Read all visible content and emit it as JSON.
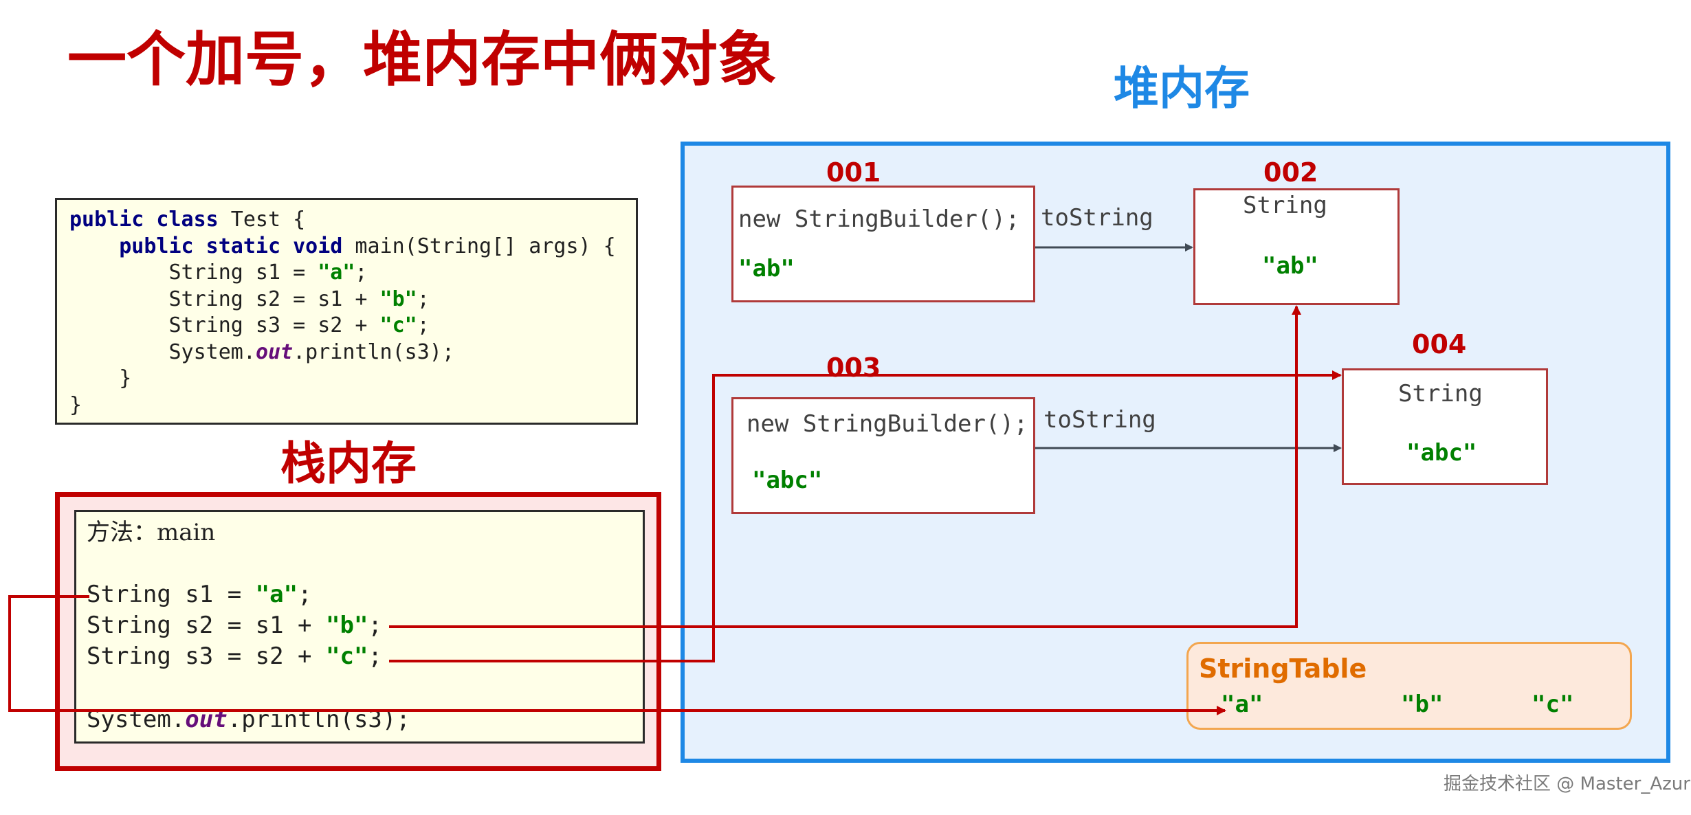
{
  "title": "一个加号，堆内存中俩对象",
  "heap_label": "堆内存",
  "stack_label": "栈内存",
  "code": {
    "line1": {
      "kw": "public class",
      "rest": " Test {"
    },
    "line2": {
      "indent": "    ",
      "kw": "public static void",
      "rest": " main(String[] args) {"
    },
    "line3": {
      "pre": "        String s1 = ",
      "str": "\"a\"",
      "post": ";"
    },
    "line4": {
      "pre": "        String s2 = s1 + ",
      "str": "\"b\"",
      "post": ";"
    },
    "line5": {
      "pre": "        String s3 = s2 + ",
      "str": "\"c\"",
      "post": ";"
    },
    "line6": {
      "pre": "        System.",
      "field": "out",
      "post": ".println(s3);"
    },
    "line7": "    }",
    "line8": "}"
  },
  "stack": {
    "method": "方法：main",
    "s1": {
      "pre": "String s1 = ",
      "str": "\"a\"",
      "post": ";"
    },
    "s2": {
      "pre": "String s2 = s1 + ",
      "str": "\"b\"",
      "post": ";"
    },
    "s3": {
      "pre": "String s3 = s2 + ",
      "str": "\"c\"",
      "post": ";"
    },
    "print": {
      "pre": "System.",
      "field": "out",
      "post": ".println(s3);"
    }
  },
  "heap": {
    "obj001": {
      "addr": "001",
      "code": "new StringBuilder();",
      "value": "\"ab\""
    },
    "obj002": {
      "addr": "002",
      "type": "String",
      "value": "\"ab\""
    },
    "obj003": {
      "addr": "003",
      "code": "new StringBuilder();",
      "value": "\"abc\""
    },
    "obj004": {
      "addr": "004",
      "type": "String",
      "value": "\"abc\""
    },
    "tostring1": "toString",
    "tostring2": "toString"
  },
  "string_table": {
    "title": "StringTable",
    "values": [
      "\"a\"",
      "\"b\"",
      "\"c\""
    ]
  },
  "colors": {
    "title_red": "#c00000",
    "heap_blue": "#1e88e5",
    "string_green": "#008000",
    "stringtable_orange": "#e06c00"
  },
  "watermark": "掘金技术社区 @ Master_Azur"
}
